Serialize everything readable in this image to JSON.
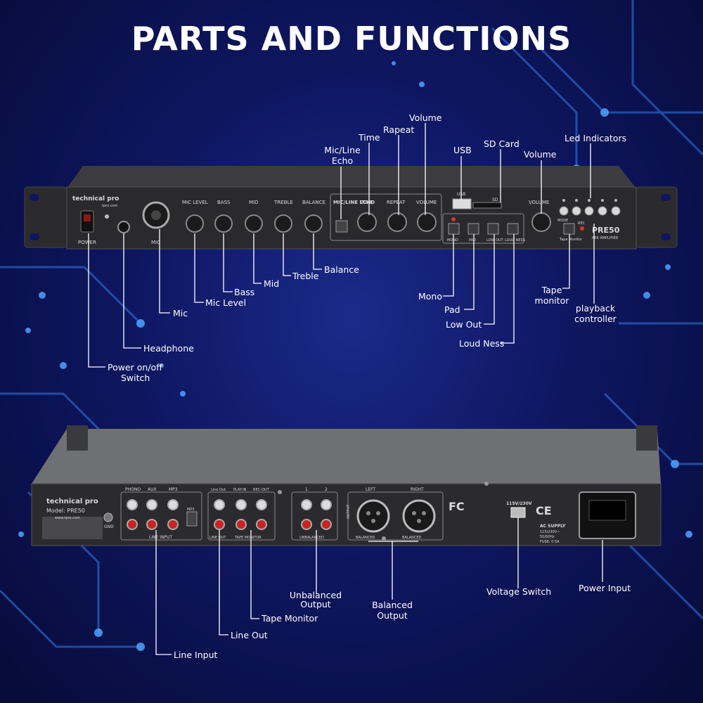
{
  "title": "PARTS AND FUNCTIONS",
  "front_panel": {
    "brand": "technical pro",
    "brand_sub": "tpro.com",
    "model": "PRE50",
    "model_sub": "PRE AMPLIFIER",
    "panel_text": {
      "power": "POWER",
      "mic": "MIC",
      "mic_level": "MIC LEVEL",
      "bass": "BASS",
      "mid": "MID",
      "treble": "TREBLE",
      "balance": "BALANCE",
      "mic_line_echo": "MIC/LINE ECHO",
      "time": "TIME",
      "repeat": "REPEAT",
      "volume": "VOLUME",
      "usb": "USB",
      "sd": "SD",
      "mono": "MONO",
      "pad": "PAD",
      "low_out": "LOW OUT",
      "loud_ness": "LOUD NESS",
      "volume_right": "VOLUME",
      "mode": "MODE",
      "tape_monitor": "Tape Monitor",
      "rec": "REC"
    }
  },
  "rear_panel": {
    "brand": "technical pro",
    "model_line": "Model: PRE50",
    "url": "www.tpro.com",
    "gnd": "GND",
    "panel_text": {
      "phono": "PHONO",
      "aux": "AUX",
      "mp3": "MP3",
      "mp3_jack": "MP3",
      "line_out": "Line Out",
      "play_in": "PLAY-IN",
      "rec_out": "REC-OUT",
      "line_input": "LINE INPUT",
      "line_out_bottom": "LINE OUT",
      "tape_monitor": "TAPE MONITOR",
      "one": "1",
      "two": "2",
      "output": "OUTPUT",
      "left": "LEFT",
      "right": "RIGHT",
      "unbalanced": "UNBALANCED",
      "balanced_l": "BALANCED",
      "balanced_r": "BALANCED",
      "voltage": "115V/230V",
      "fcc": "FC",
      "ce": "CE",
      "ac_supply": "AC SUPPLY",
      "ac_spec_1": "115/230V~",
      "ac_spec_2": "50/60Hz",
      "fuse": "FUSE: 0.5A"
    }
  },
  "callouts": {
    "volume_top": "Volume",
    "rapeat": "Rapeat",
    "time": "Time",
    "mic_line_echo_1": "Mic/Line",
    "mic_line_echo_2": "Echo",
    "usb": "USB",
    "sd_card": "SD Card",
    "volume_right": "Volume",
    "led_indicators": "Led Indicators",
    "balance": "Balance",
    "treble": "Treble",
    "mid": "Mid",
    "bass": "Bass",
    "mic_level": "Mic Level",
    "mic": "Mic",
    "headphone": "Headphone",
    "power_1": "Power on/off",
    "power_2": "Switch",
    "mono": "Mono",
    "pad": "Pad",
    "low_out": "Low Out",
    "loud_ness": "Loud Ness",
    "tape_monitor_1": "Tape",
    "tape_monitor_2": "monitor",
    "playback_1": "playback",
    "playback_2": "controller",
    "unbalanced_1": "Unbalanced",
    "unbalanced_2": "Output",
    "balanced_1": "Balanced",
    "balanced_2": "Output",
    "tape_monitor_rear": "Tape Monitor",
    "line_out": "Line Out",
    "line_input": "Line Input",
    "voltage_switch": "Voltage Switch",
    "power_input": "Power Input"
  },
  "colors": {
    "background": "#0e1660",
    "circuit": "#3a8cff",
    "panel": "#2a2a2c",
    "label_text": "#ffffff",
    "leader_line": "#ffffff"
  }
}
